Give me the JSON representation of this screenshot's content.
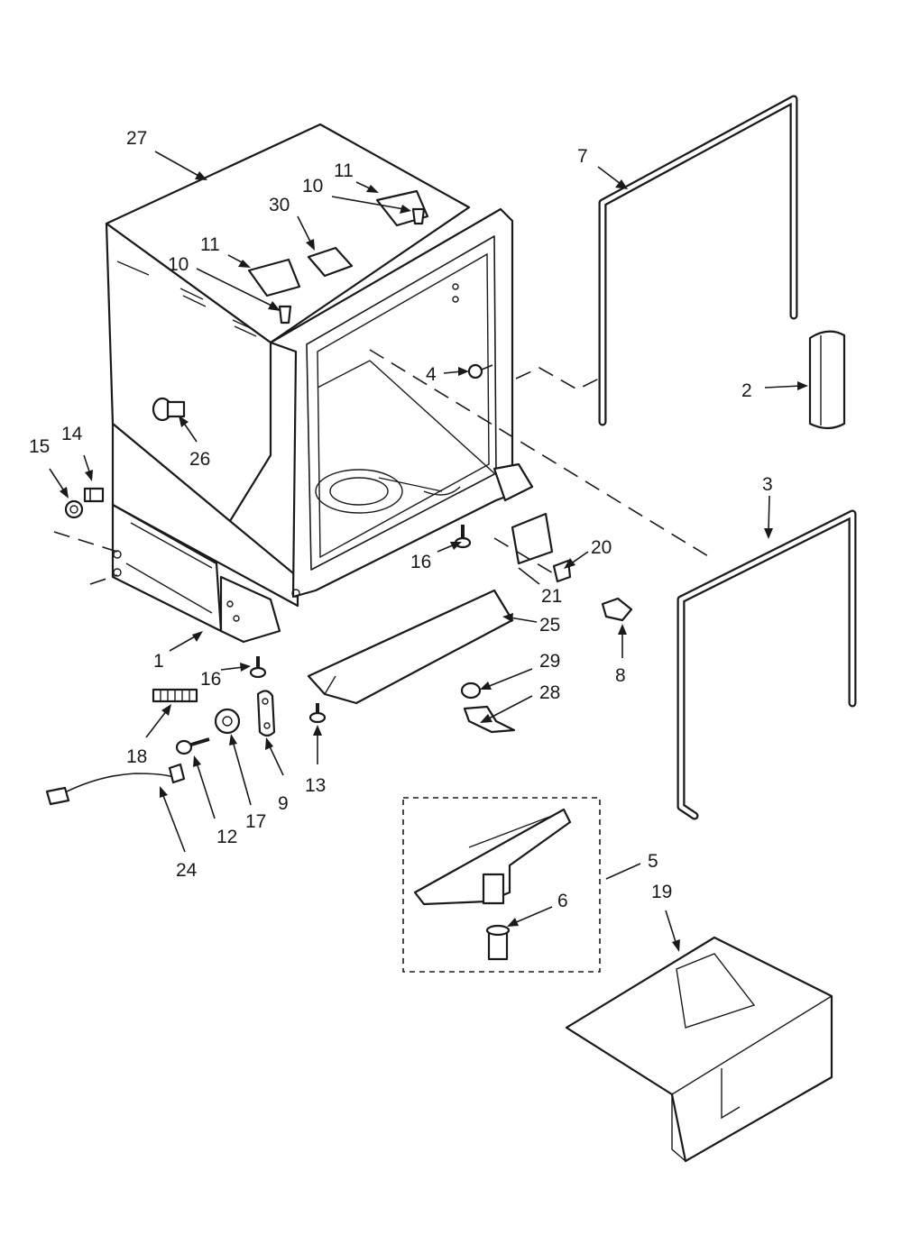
{
  "diagram": {
    "callouts": [
      {
        "id": "c27",
        "label": "27"
      },
      {
        "id": "c7",
        "label": "7"
      },
      {
        "id": "c11a",
        "label": "11"
      },
      {
        "id": "c10a",
        "label": "10"
      },
      {
        "id": "c30",
        "label": "30"
      },
      {
        "id": "c11b",
        "label": "11"
      },
      {
        "id": "c10b",
        "label": "10"
      },
      {
        "id": "c4",
        "label": "4"
      },
      {
        "id": "c2",
        "label": "2"
      },
      {
        "id": "c15",
        "label": "15"
      },
      {
        "id": "c14",
        "label": "14"
      },
      {
        "id": "c26",
        "label": "26"
      },
      {
        "id": "c3",
        "label": "3"
      },
      {
        "id": "c20",
        "label": "20"
      },
      {
        "id": "c16a",
        "label": "16"
      },
      {
        "id": "c21",
        "label": "21"
      },
      {
        "id": "c25",
        "label": "25"
      },
      {
        "id": "c8",
        "label": "8"
      },
      {
        "id": "c1",
        "label": "1"
      },
      {
        "id": "c16b",
        "label": "16"
      },
      {
        "id": "c29",
        "label": "29"
      },
      {
        "id": "c28",
        "label": "28"
      },
      {
        "id": "c18",
        "label": "18"
      },
      {
        "id": "c13",
        "label": "13"
      },
      {
        "id": "c9",
        "label": "9"
      },
      {
        "id": "c17",
        "label": "17"
      },
      {
        "id": "c12",
        "label": "12"
      },
      {
        "id": "c24",
        "label": "24"
      },
      {
        "id": "c5",
        "label": "5"
      },
      {
        "id": "c19",
        "label": "19"
      },
      {
        "id": "c6",
        "label": "6"
      }
    ]
  }
}
